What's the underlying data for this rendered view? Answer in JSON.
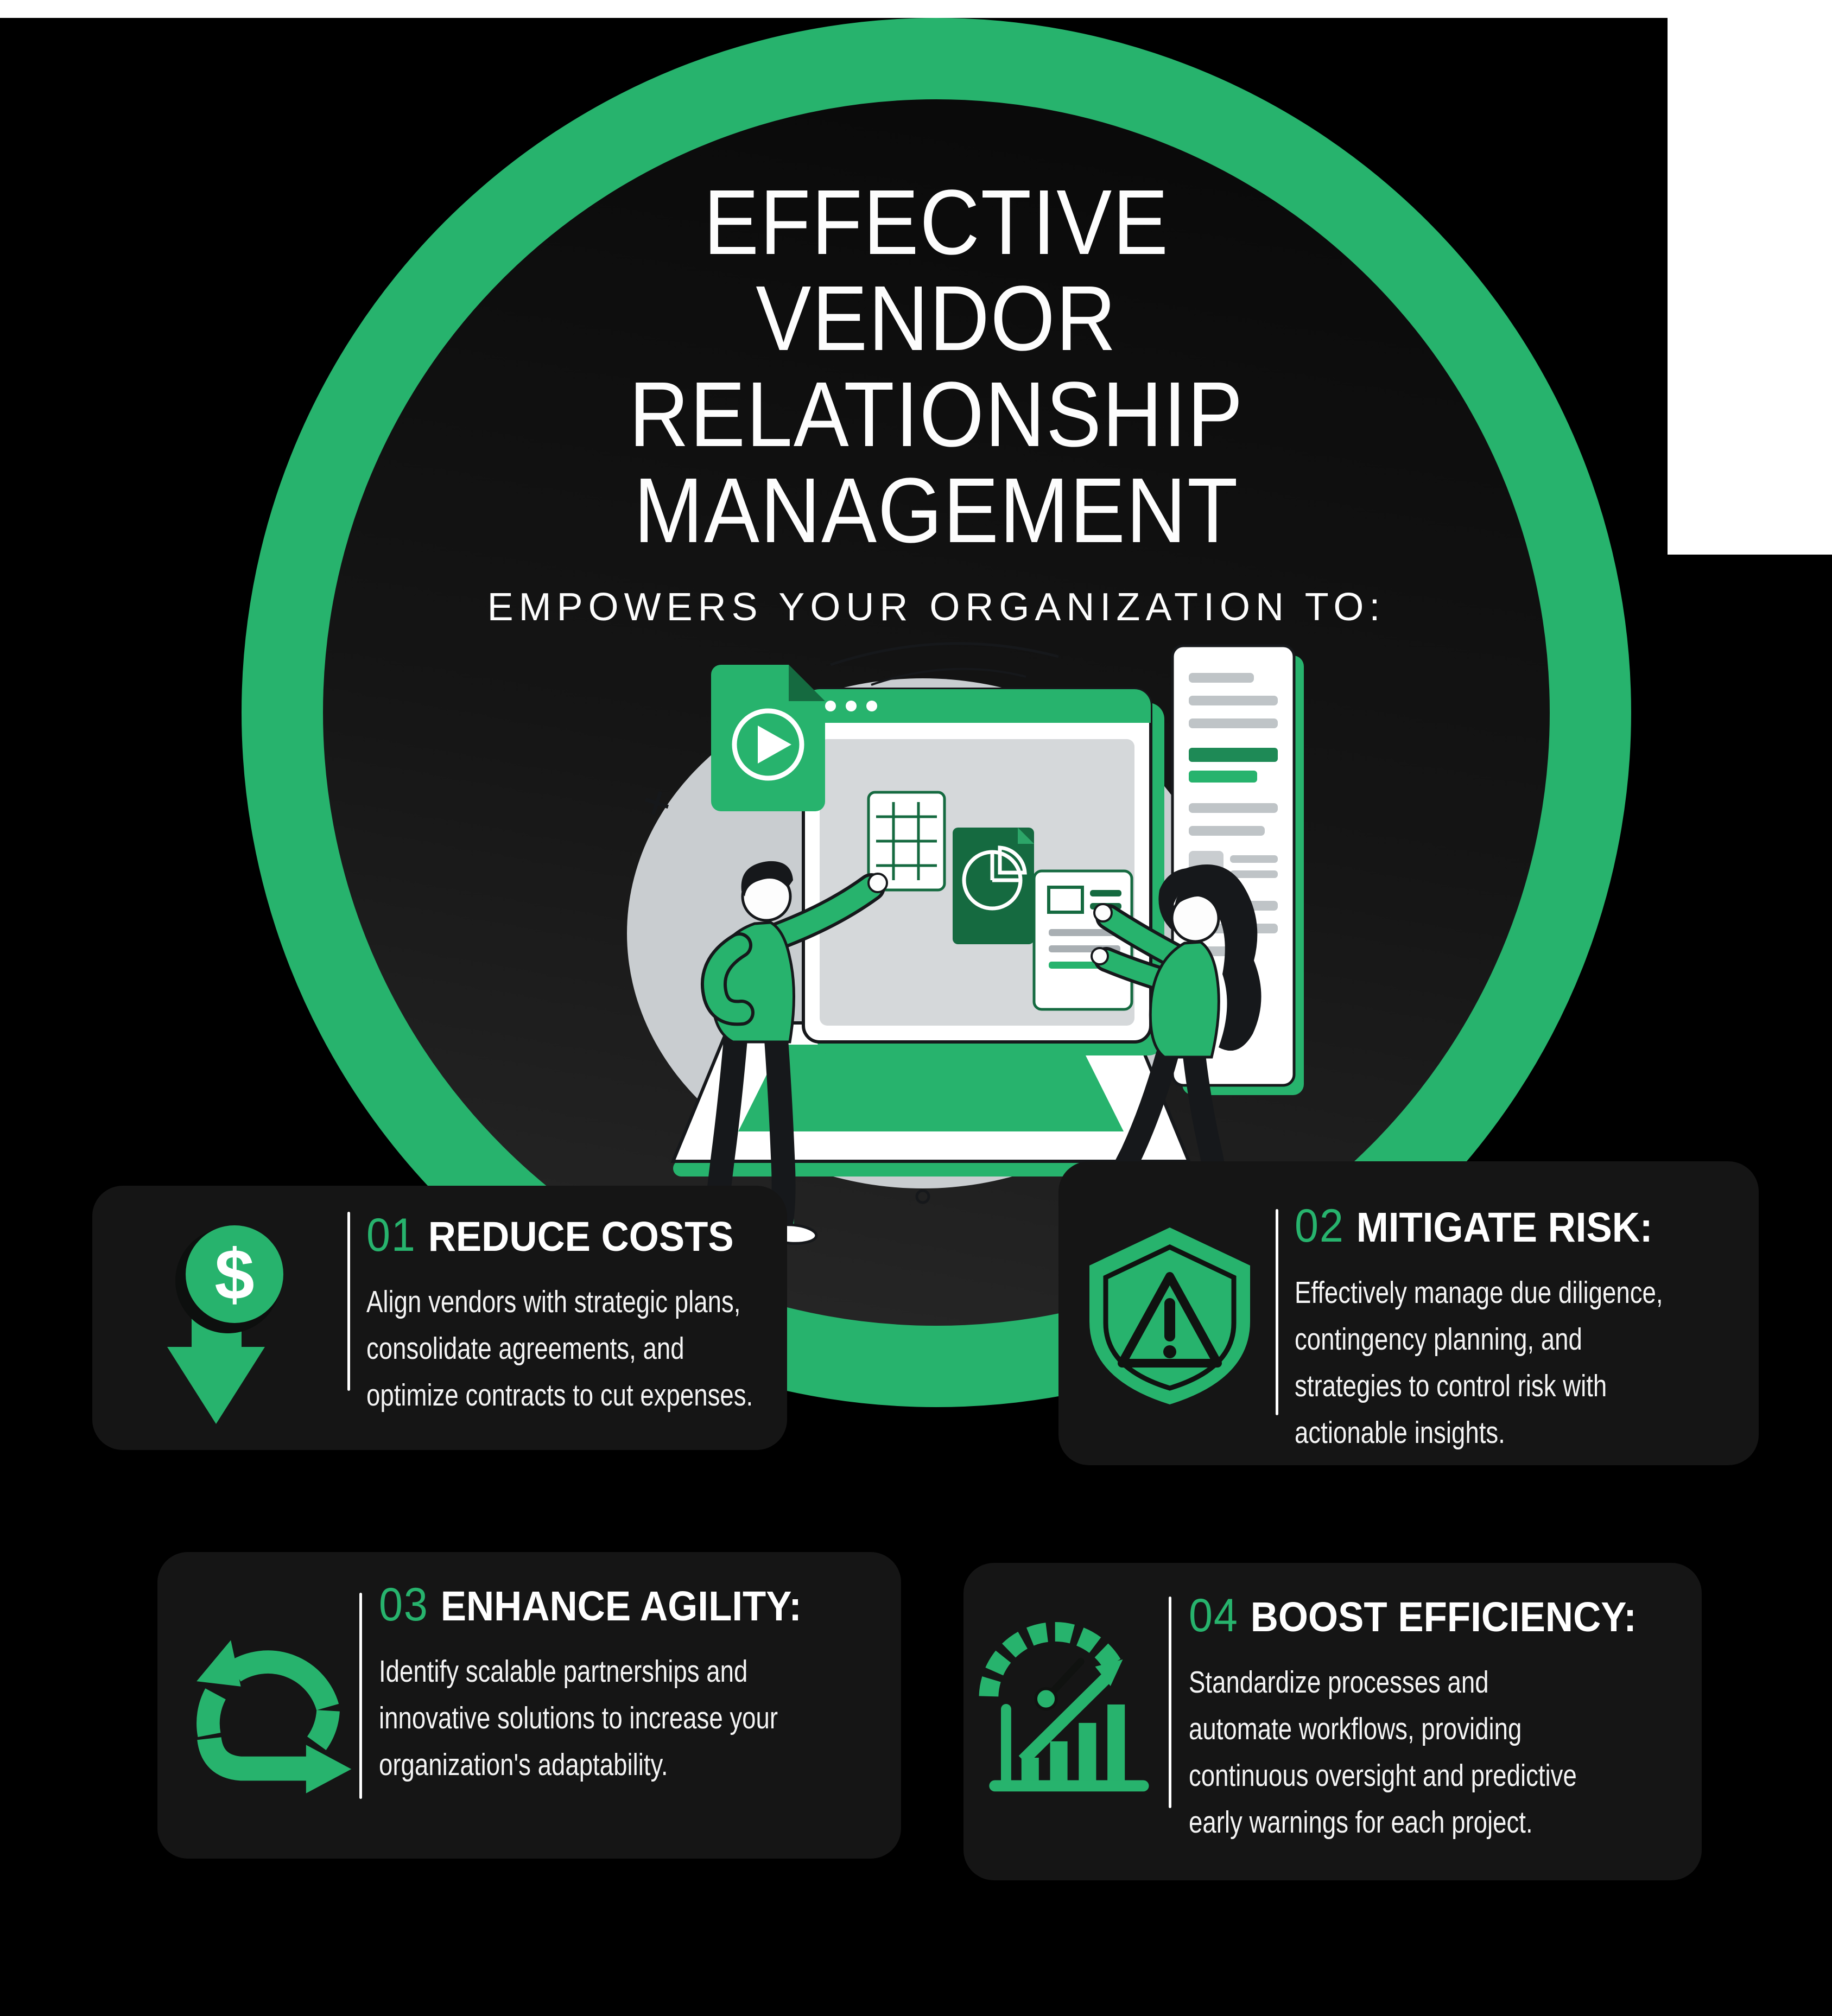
{
  "colors": {
    "accent": "#27B36D",
    "dark_accent": "#156A40",
    "background": "#000000",
    "card": "#151515"
  },
  "hero": {
    "title": "EFFECTIVE\nVENDOR\nRELATIONSHIP\nMANAGEMENT",
    "subtitle": "EMPOWERS YOUR ORGANIZATION TO:",
    "illustration": "two-people-organizing-documents-on-giant-laptop"
  },
  "cards": [
    {
      "number": "01",
      "heading": "REDUCE COSTS",
      "body": "Align vendors with strategic plans,\nconsolidate agreements, and\noptimize contracts to cut expenses.",
      "icon": "dollar-down-arrow-icon"
    },
    {
      "number": "02",
      "heading": "MITIGATE RISK:",
      "body": "Effectively manage due diligence,\ncontingency planning, and\nstrategies to control risk with\nactionable insights.",
      "icon": "shield-alert-icon"
    },
    {
      "number": "03",
      "heading": "ENHANCE AGILITY:",
      "body": "Identify scalable partnerships and\ninnovative solutions to increase your\norganization's adaptability.",
      "icon": "agile-loop-icon"
    },
    {
      "number": "04",
      "heading": "BOOST EFFICIENCY:",
      "body": "Standardize processes and\nautomate workflows, providing\ncontinuous oversight and predictive\nearly warnings for each project.",
      "icon": "gauge-chart-icon"
    }
  ]
}
